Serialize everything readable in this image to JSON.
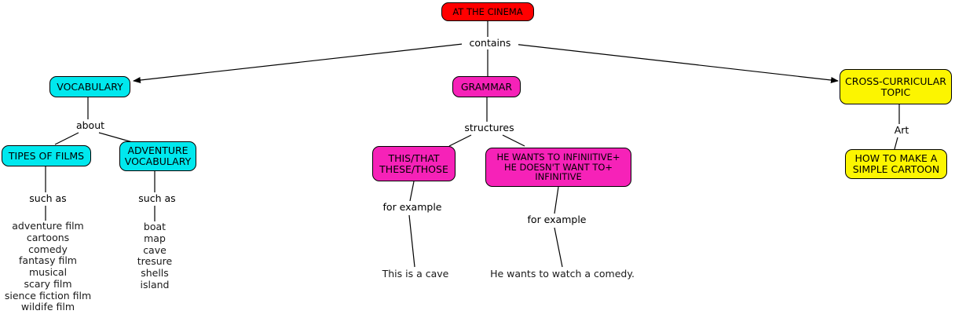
{
  "map": {
    "title": "AT THE CINEMA",
    "nodes": {
      "root": {
        "label": "AT THE CINEMA",
        "color": "#ff0000"
      },
      "vocabulary": {
        "label": "VOCABULARY",
        "color": "#00e8ee"
      },
      "grammar": {
        "label": "GRAMMAR",
        "color": "#f622b8"
      },
      "cross": {
        "label": "CROSS-CURRICULAR\nTOPIC",
        "color": "#fcf500"
      },
      "tipes_of_films": {
        "label": "TIPES OF FILMS",
        "color": "#00e8ee"
      },
      "adventure_vocab": {
        "label": "ADVENTURE\nVOCABULARY",
        "color": "#00e8ee"
      },
      "this_that": {
        "label": "THIS/THAT\nTHESE/THOSE",
        "color": "#f622b8"
      },
      "wants_to": {
        "label": "HE WANTS TO INFINIITIVE+\nHE DOESN'T WANT TO+\nINFINITIVE",
        "color": "#f622b8"
      },
      "cartoon": {
        "label": "HOW TO MAKE A\nSIMPLE CARTOON",
        "color": "#fcf500"
      }
    },
    "link_labels": {
      "contains": "contains",
      "about": "about",
      "structures": "structures",
      "art": "Art",
      "such_as_films": "such as",
      "such_as_adventure": "such as",
      "for_example_this": "for example",
      "for_example_wants": "for example"
    },
    "leaf_text": {
      "film_types": "adventure film\ncartoons\ncomedy\nfantasy film\nmusical\nscary film\nsience fiction film\nwildife film",
      "adventure_words": "boat\nmap\ncave\ntresure\nshells\nisland",
      "example_this": "This is a cave",
      "example_wants": "He wants to watch a comedy."
    }
  }
}
